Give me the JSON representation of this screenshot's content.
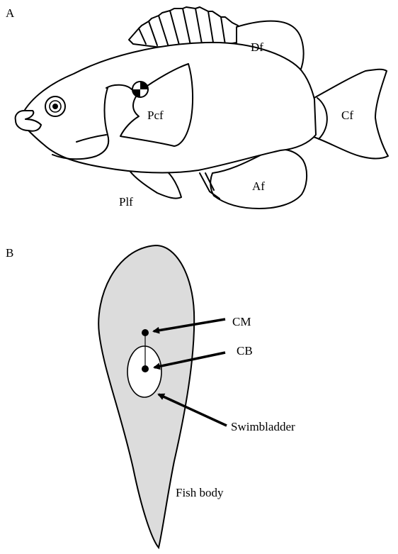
{
  "panel_a": {
    "label": "A",
    "fins": {
      "dorsal": "Df",
      "pectoral": "Pcf",
      "caudal": "Cf",
      "anal": "Af",
      "pelvic": "Plf"
    }
  },
  "panel_b": {
    "label": "B",
    "callouts": {
      "center_of_mass": "CM",
      "center_of_buoyancy": "CB",
      "swimbladder": "Swimbladder",
      "body": "Fish body"
    }
  },
  "colors": {
    "body_fill": "#dcdcdc",
    "stroke": "#000000",
    "background": "#ffffff"
  }
}
